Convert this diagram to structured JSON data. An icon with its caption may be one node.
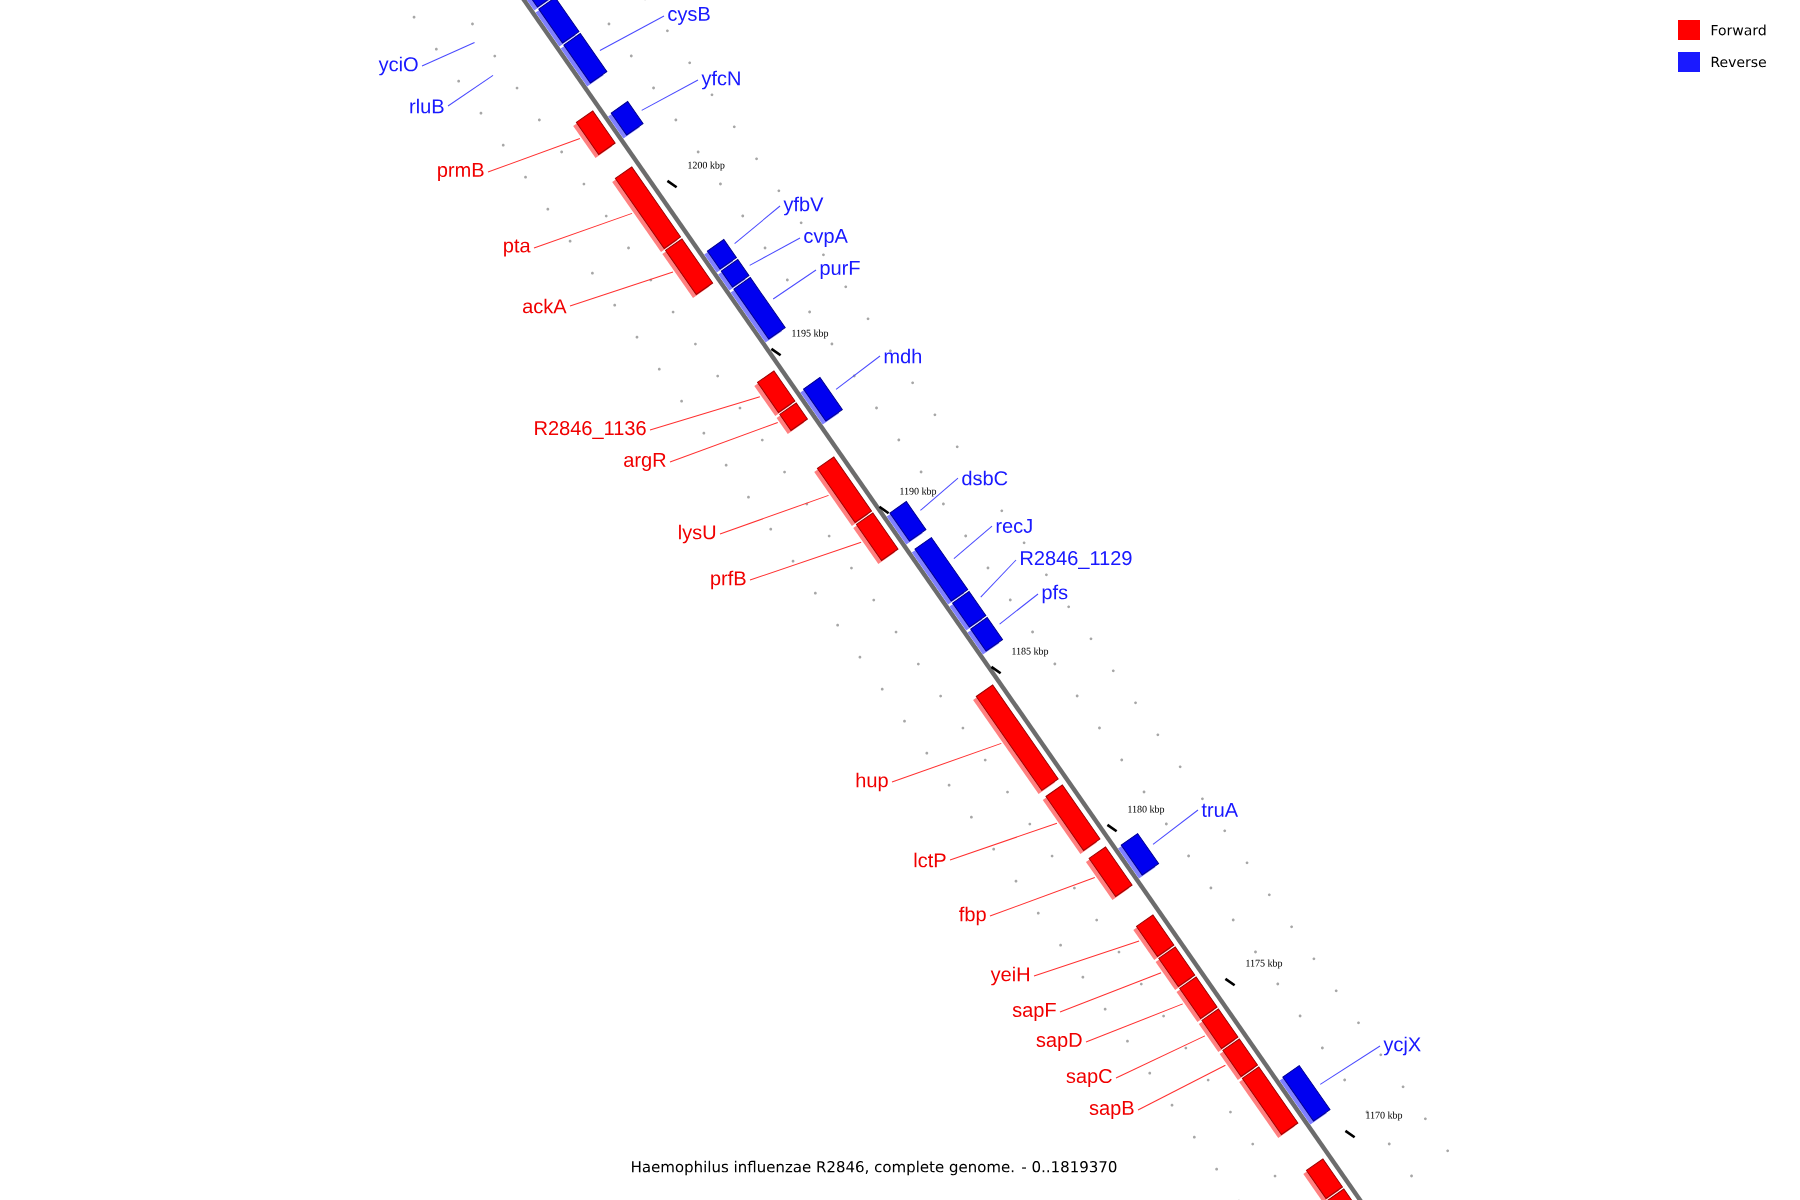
{
  "diagram": {
    "caption": "Haemophilus influenzae R2846, complete genome. - 0..1819370",
    "nodes": [
      {
        "text": [
          "cysB"
        ]
      },
      {
        "text": [
          "yciO"
        ]
      },
      {
        "text": [
          "yfcN"
        ]
      },
      {
        "text": [
          "rluB"
        ]
      },
      {
        "text": [
          "prmB"
        ]
      },
      {
        "text": [
          "yfbV"
        ]
      },
      {
        "text": [
          "cvpA"
        ]
      },
      {
        "text": [
          "pta"
        ]
      },
      {
        "text": [
          "purF"
        ]
      },
      {
        "text": [
          "ackA"
        ]
      },
      {
        "text": [
          "mdh"
        ]
      },
      {
        "text": [
          "R2846_1136"
        ]
      },
      {
        "text": [
          "argR"
        ]
      },
      {
        "text": [
          "dsbC"
        ]
      },
      {
        "text": [
          "recJ"
        ]
      },
      {
        "text": [
          "lysU"
        ]
      },
      {
        "text": [
          "R2846_1129"
        ]
      },
      {
        "text": [
          "prfB"
        ]
      },
      {
        "text": [
          "pfs"
        ]
      },
      {
        "text": [
          "hup"
        ]
      },
      {
        "text": [
          "truA"
        ]
      },
      {
        "text": [
          "lctP"
        ]
      },
      {
        "text": [
          "fbp"
        ]
      },
      {
        "text": [
          "yeiH"
        ]
      },
      {
        "text": [
          "sapF"
        ]
      },
      {
        "text": [
          "sapD"
        ]
      },
      {
        "text": [
          "ycjX"
        ]
      },
      {
        "text": [
          "sapC"
        ]
      },
      {
        "text": [
          "sapB"
        ]
      },
      {
        "text": [],
        "shape": "bar"
      },
      {
        "text": [],
        "shape": "bar"
      },
      {
        "text": [],
        "shape": "bar"
      },
      {
        "text": [],
        "shape": "bar"
      },
      {
        "text": [],
        "shape": "bar"
      },
      {
        "text": [],
        "shape": "bar"
      },
      {
        "text": [],
        "shape": "bar"
      },
      {
        "text": [],
        "shape": "bar"
      },
      {
        "text": [],
        "shape": "bar"
      },
      {
        "text": [],
        "shape": "bar"
      },
      {
        "text": [],
        "shape": "bar"
      },
      {
        "text": [],
        "shape": "bar"
      },
      {
        "text": [],
        "shape": "bar"
      },
      {
        "text": [],
        "shape": "bar"
      },
      {
        "text": [],
        "shape": "bar"
      },
      {
        "text": [],
        "shape": "bar"
      },
      {
        "text": [],
        "shape": "bar"
      },
      {
        "text": [],
        "shape": "bar"
      },
      {
        "text": [],
        "shape": "bar"
      },
      {
        "text": [],
        "shape": "bar"
      },
      {
        "text": [],
        "shape": "bar"
      },
      {
        "text": [],
        "shape": "bar"
      },
      {
        "text": [],
        "shape": "bar"
      },
      {
        "text": [],
        "shape": "bar"
      },
      {
        "text": [],
        "shape": "bar"
      },
      {
        "text": [],
        "shape": "bar"
      },
      {
        "text": [],
        "shape": "bar"
      },
      {
        "text": [],
        "shape": "bar"
      },
      {
        "text": [],
        "shape": "bar"
      },
      {
        "text": [],
        "shape": "bar"
      },
      {
        "text": [],
        "shape": "bar"
      },
      {
        "text": [],
        "shape": "bar"
      }
    ],
    "edges": [
      {
        "from": 0,
        "to": 31,
        "arrow": "none",
        "color": "#4a4aff"
      },
      {
        "from": 1,
        "to": null,
        "arrow": "none",
        "color": "#4a4aff"
      },
      {
        "from": 2,
        "to": 33,
        "arrow": "none",
        "color": "#4a4aff"
      },
      {
        "from": 3,
        "to": null,
        "arrow": "none",
        "color": "#4a4aff"
      },
      {
        "from": 4,
        "to": 32,
        "arrow": "none"
      },
      {
        "from": 5,
        "to": 36,
        "arrow": "none",
        "color": "#4a4aff"
      },
      {
        "from": 6,
        "to": 37,
        "arrow": "none",
        "color": "#4a4aff"
      },
      {
        "from": 7,
        "to": 34,
        "arrow": "none"
      },
      {
        "from": 8,
        "to": 38,
        "arrow": "none",
        "color": "#4a4aff"
      },
      {
        "from": 9,
        "to": 35,
        "arrow": "none"
      },
      {
        "from": 10,
        "to": 40,
        "arrow": "none",
        "color": "#4a4aff"
      },
      {
        "from": 11,
        "to": 39,
        "arrow": "none"
      },
      {
        "from": 12,
        "to": 41,
        "arrow": "none"
      },
      {
        "from": 13,
        "to": 44,
        "arrow": "none",
        "color": "#4a4aff"
      },
      {
        "from": 14,
        "to": 45,
        "arrow": "none",
        "color": "#4a4aff"
      },
      {
        "from": 15,
        "to": 42,
        "arrow": "none"
      },
      {
        "from": 16,
        "to": 46,
        "arrow": "none",
        "color": "#4a4aff"
      },
      {
        "from": 17,
        "to": 43,
        "arrow": "none"
      },
      {
        "from": 18,
        "to": 47,
        "arrow": "none",
        "color": "#4a4aff"
      },
      {
        "from": 19,
        "to": 48,
        "arrow": "none"
      },
      {
        "from": 20,
        "to": 51,
        "arrow": "none",
        "color": "#4a4aff"
      },
      {
        "from": 21,
        "to": 49,
        "arrow": "none"
      },
      {
        "from": 22,
        "to": 50,
        "arrow": "none"
      },
      {
        "from": 23,
        "to": 52,
        "arrow": "none"
      },
      {
        "from": 24,
        "to": 53,
        "arrow": "none"
      },
      {
        "from": 25,
        "to": 54,
        "arrow": "none"
      },
      {
        "from": 26,
        "to": 58,
        "arrow": "none",
        "color": "#4a4aff"
      },
      {
        "from": 27,
        "to": 55,
        "arrow": "none"
      },
      {
        "from": 28,
        "to": 56,
        "arrow": "none"
      }
    ],
    "labels": [
      "1200 kbp",
      "1195 kbp",
      "1190 kbp",
      "1185 kbp",
      "1180 kbp",
      "1175 kbp",
      "1170 kbp"
    ],
    "legend": [
      {
        "text": "Forward",
        "color": "#ff0000"
      },
      {
        "text": "Reverse",
        "color": "#1a1aff"
      }
    ]
  }
}
